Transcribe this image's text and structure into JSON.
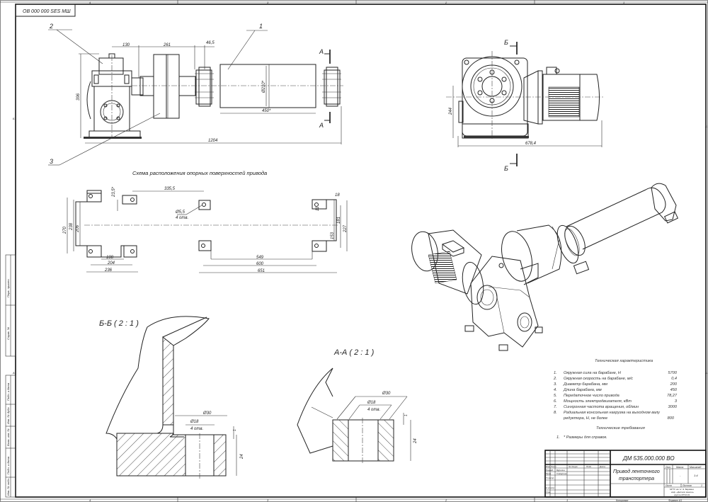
{
  "stamp": {
    "code_rotated": "ОВ 000 000 SES МШ"
  },
  "frame": {
    "zone_numbers_top": [
      "4",
      "3",
      "2",
      "1"
    ],
    "zone_numbers_bottom": [
      "4",
      "3",
      "2",
      "1"
    ],
    "zone_letters_side": [
      "Б",
      "А"
    ],
    "bottom_labels": {
      "copied": "Копировал",
      "format": "Формат А1"
    }
  },
  "left_strip": {
    "top_block": [
      "Перв. примен.",
      "Справ. №"
    ],
    "bottom_block": [
      "Подп. и дата",
      "Инв. № дубл.",
      "Взам. инв. №",
      "Подп. и дата",
      "Инв. № подл."
    ]
  },
  "front_view": {
    "callouts": [
      "1",
      "2",
      "3"
    ],
    "dims": {
      "d130": "130",
      "d261": "261",
      "d46_5": "46,5",
      "h396": "396",
      "dia": "Ø210*",
      "len450": "450*",
      "total1204": "1204"
    },
    "section_mark": "А"
  },
  "side_view": {
    "section_mark": "Б",
    "dims": {
      "h244": "244",
      "w678": "678,4"
    }
  },
  "support_scheme": {
    "title": "Схема расположения опорных поверхностей привода",
    "dims": {
      "d335": "335,5",
      "d23": "23,5*",
      "hole": "Ø5,5",
      "hole_count": "4 отв.",
      "d270": "270",
      "d238": "238",
      "d206": "206",
      "d108": "108",
      "d204": "204",
      "d236": "236",
      "d18": "18",
      "d11": "11",
      "d181": "181",
      "d153": "153",
      "d227": "227",
      "d549": "549",
      "d600": "600",
      "d651": "651"
    }
  },
  "section_bb": {
    "title": "Б-Б ( 2 : 1 )",
    "dims": {
      "d30": "Ø30",
      "d18": "Ø18",
      "count": "4 отв.",
      "d1": "1",
      "d24": "24"
    }
  },
  "section_aa": {
    "title": "А-А ( 2 : 1 )",
    "dims": {
      "d30": "Ø30",
      "d18": "Ø18",
      "count": "4 отв.",
      "d1": "1",
      "d24": "24"
    }
  },
  "specs": {
    "title": "Техническая характеристика",
    "rows": [
      {
        "n": "1.",
        "text": "Окружная сила на барабане, Н",
        "value": "5700"
      },
      {
        "n": "2.",
        "text": "Окружная скорость на барабане, м/с",
        "value": "0,4"
      },
      {
        "n": "3.",
        "text": "Диаметр барабана, мм",
        "value": "200"
      },
      {
        "n": "4.",
        "text": "Длина барабана, мм",
        "value": "450"
      },
      {
        "n": "5.",
        "text": "Передаточное число привода",
        "value": "78,27"
      },
      {
        "n": "6.",
        "text": "Мощность электродвигателя, кВт",
        "value": "3"
      },
      {
        "n": "7.",
        "text": "Синхронная частота вращения, об/мин",
        "value": "3000"
      },
      {
        "n": "8.",
        "text": "Радиальная консольная нагрузка на выходном валу",
        "value": ""
      },
      {
        "n": "",
        "text": "редуктора, Н, не более",
        "value": "800"
      }
    ],
    "req_title": "Технические требования",
    "requirements": [
      {
        "n": "1.",
        "text": "* Размеры для справок."
      }
    ]
  },
  "title_block": {
    "doc_code": "ДМ 535.000.000 ВО",
    "name_line1": "Привод ленточного",
    "name_line2": "транспортера",
    "headers": {
      "lit": "Лит.",
      "mass": "Масса",
      "scale": "Масштаб"
    },
    "mass_value": "-",
    "scale_value": "1:4",
    "sheet_label": "Лист",
    "sheets_label": "Листов",
    "sheets_value": "1",
    "org_line1": "МГТУ им. Н. Э. Баумана",
    "org_line2": "каф. «Детали машин»",
    "org_line3": "группа МТ10-61",
    "rows": [
      {
        "role": "Изм.",
        "col2": "Лист",
        "col3": "№ докум.",
        "col4": "Подп.",
        "col5": "Дата"
      },
      {
        "role": "Разраб.",
        "col3": "Бурилин"
      },
      {
        "role": "Пров.",
        "col3": "Самарина"
      },
      {
        "role": "Т.контр."
      },
      {
        "role": ""
      },
      {
        "role": "Н.контр."
      },
      {
        "role": "Утв."
      }
    ]
  }
}
